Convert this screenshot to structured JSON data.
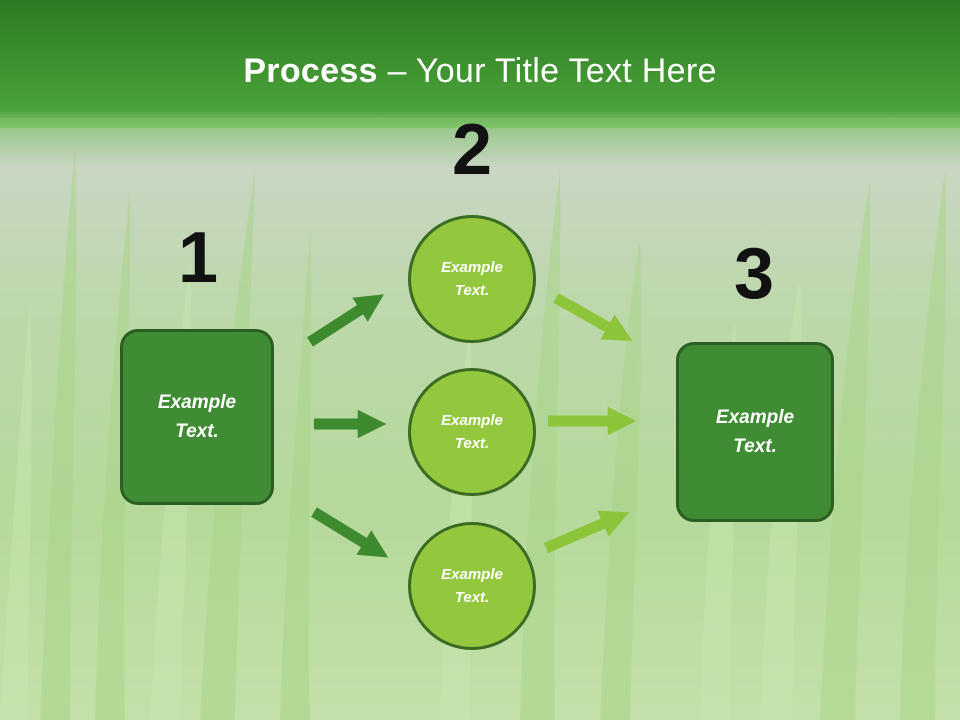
{
  "title": {
    "bold": "Process",
    "rest": " – Your Title Text Here"
  },
  "steps": {
    "one": "1",
    "two": "2",
    "three": "3"
  },
  "left_box": {
    "text": "Example Text."
  },
  "circles": [
    {
      "text": "Example Text."
    },
    {
      "text": "Example Text."
    },
    {
      "text": "Example Text."
    }
  ],
  "right_box": {
    "text": "Example Text."
  },
  "colors": {
    "header_green": "#3f9330",
    "box_green": "#3f8c34",
    "circle_green": "#93c83e",
    "arrow_dark": "#3e8a2f",
    "arrow_light": "#8cc43a"
  }
}
